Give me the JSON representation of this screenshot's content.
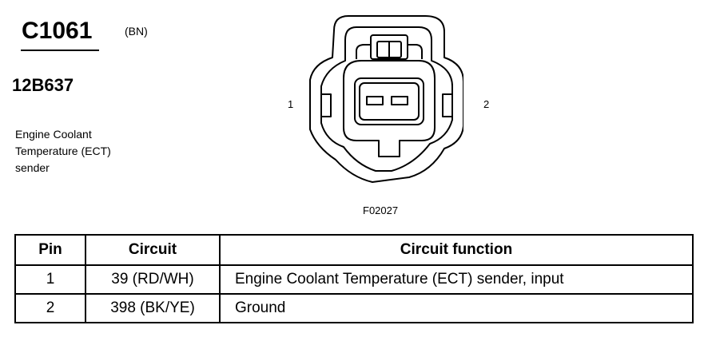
{
  "header": {
    "connector_code": "C1061",
    "color_code": "(BN)",
    "part_number": "12B637",
    "description_lines": [
      "Engine Coolant",
      "Temperature (ECT)",
      "sender"
    ]
  },
  "figure": {
    "pin_labels": [
      "1",
      "2"
    ],
    "figure_id": "F02027"
  },
  "table": {
    "headers": [
      "Pin",
      "Circuit",
      "Circuit function"
    ],
    "rows": [
      {
        "pin": "1",
        "circuit": "39 (RD/WH)",
        "function": "Engine Coolant Temperature (ECT) sender, input"
      },
      {
        "pin": "2",
        "circuit": "398 (BK/YE)",
        "function": "Ground"
      }
    ]
  }
}
